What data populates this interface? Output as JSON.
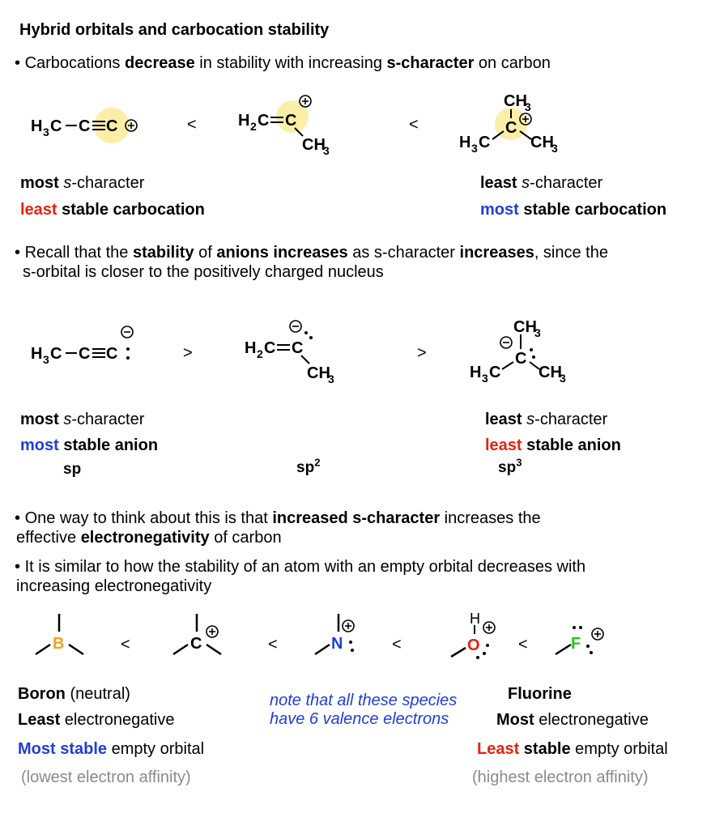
{
  "title": "Hybrid orbitals and carbocation stability",
  "bullet1": {
    "dot": "•",
    "pre": "Carbocations ",
    "b1": "decrease",
    "mid": " in stability with increasing ",
    "b2": "s-character",
    "post": " on carbon"
  },
  "row1": {
    "sign1": "<",
    "sign2": "<",
    "left": {
      "l1_b": "most ",
      "l1_i": "s",
      "l1_r": "-character",
      "l2_c": "least",
      "l2_r": " stable carbocation"
    },
    "right": {
      "l1_b": "least ",
      "l1_i": "s",
      "l1_r": "-character",
      "l2_c": "most",
      "l2_r": " stable carbocation"
    }
  },
  "bullet2": {
    "dot": "•",
    "pre": "Recall that the ",
    "b1": "stability",
    "mid1": " of ",
    "b2": "anions increases",
    "mid2": " as s-character ",
    "b3": "increases",
    "post": ", since the",
    "line2": "s-orbital is closer to the positively charged nucleus"
  },
  "row2": {
    "sign1": ">",
    "sign2": ">",
    "left": {
      "l1_b": "most ",
      "l1_i": "s",
      "l1_r": "-character",
      "l2_c": "most",
      "l2_r": " stable anion",
      "hyb": "sp"
    },
    "mid": {
      "hyb": "sp",
      "sup": "2"
    },
    "right": {
      "l1_b": "least ",
      "l1_i": "s",
      "l1_r": "-character",
      "l2_c": "least",
      "l2_r": " stable anion",
      "hyb": "sp",
      "sup": "3"
    }
  },
  "bullet3": {
    "dot": "•",
    "pre": "One way to think about this is that ",
    "b1": "increased s-character",
    "post": " increases the",
    "line2_pre": "effective ",
    "line2_b": "electronegativity",
    "line2_post": " of carbon"
  },
  "bullet4": {
    "dot": "•",
    "line1": "It is similar to how the stability of an atom with an empty orbital decreases with",
    "line2": "increasing electronegativity"
  },
  "row3": {
    "signs": [
      "<",
      "<",
      "<",
      "<"
    ],
    "atoms": [
      "B",
      "C",
      "N",
      "O",
      "F"
    ],
    "left": {
      "l1_b": "Boron",
      "l1_r": " (neutral)",
      "l2_b": "Least",
      "l2_r": " electronegative",
      "l3_b": "Most stable",
      "l3_r": " empty orbital",
      "l4": "(lowest electron affinity)"
    },
    "note": "note that all these species have 6 valence electrons",
    "right": {
      "l1_b": "Fluorine",
      "l2_b": "Most",
      "l2_r": " electronegative",
      "l3_c": "Least",
      "l3_b": " stable",
      "l3_r": " empty orbital",
      "l4": "(highest electron affinity)"
    }
  },
  "formulas": {
    "propynyl": {
      "h": "H",
      "sub3": "3",
      "c1": "C",
      "c2": "C",
      "c3": "C"
    },
    "vinyl": {
      "h": "H",
      "sub2": "2",
      "c1": "C",
      "c2": "C",
      "ch": "CH",
      "sub3": "3"
    },
    "tbutyl": {
      "ch": "CH",
      "sub3": "3",
      "h": "H",
      "c": "C"
    }
  },
  "colors": {
    "red": "#e8220d",
    "blue": "#1f3ddc",
    "orange": "#f5a21b",
    "green": "#22c41b",
    "highlight": "#fbeea6",
    "gray": "#8a8a8a"
  }
}
